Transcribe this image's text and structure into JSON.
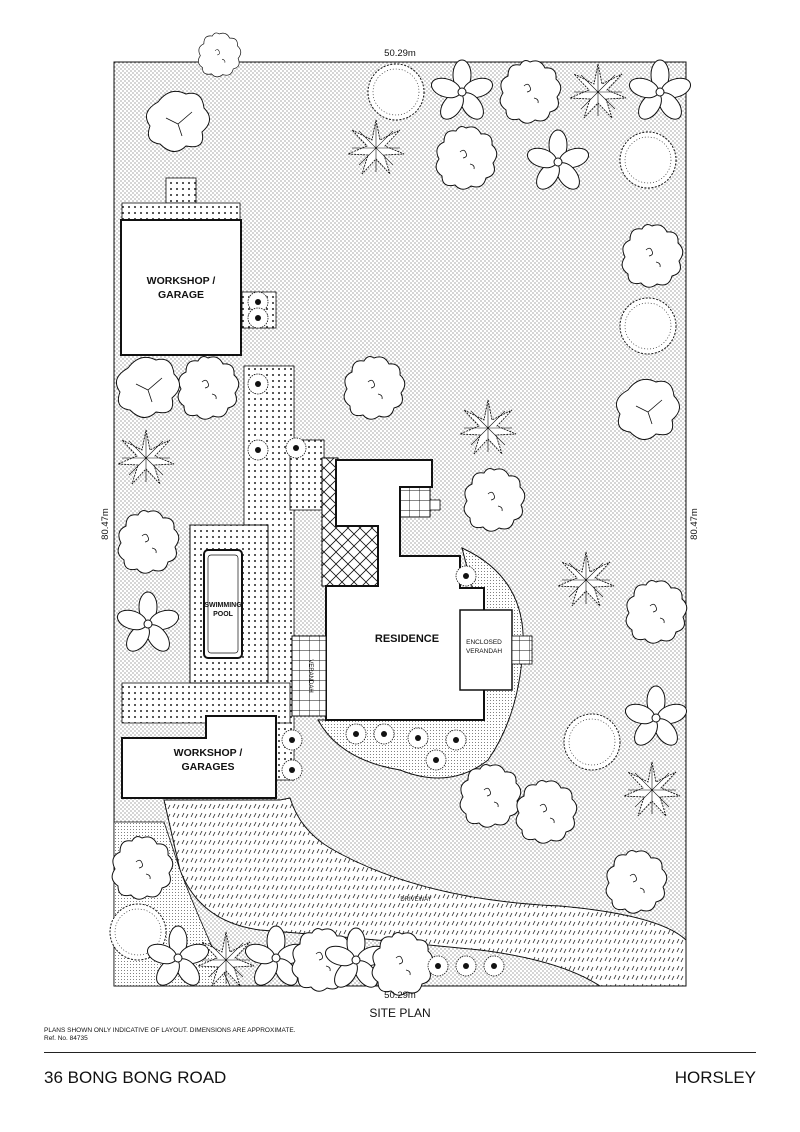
{
  "dimensions": {
    "top_width": "50.29m",
    "bottom_width": "50.29m",
    "left_depth": "80.47m",
    "right_depth": "80.47m"
  },
  "buildings": {
    "workshop_garage_line1": "WORKSHOP /",
    "workshop_garage_line2": "GARAGE",
    "swimming_pool_line1": "SWIMMING",
    "swimming_pool_line2": "POOL",
    "residence": "RESIDENCE",
    "enclosed_verandah_line1": "ENCLOSED",
    "enclosed_verandah_line2": "VERANDAH",
    "verandah": "VERANDAH",
    "workshop_garages_line1": "WORKSHOP /",
    "workshop_garages_line2": "GARAGES",
    "driveway": "DRIVEWAY"
  },
  "footer": {
    "title": "SITE PLAN",
    "disclaimer": "PLANS SHOWN ONLY INDICATIVE OF LAYOUT.  DIMENSIONS ARE APPROXIMATE.",
    "ref": "Ref. No. 84735",
    "address": "36 BONG BONG ROAD",
    "suburb": "HORSLEY"
  },
  "colors": {
    "ink": "#111111",
    "paper": "#ffffff"
  }
}
